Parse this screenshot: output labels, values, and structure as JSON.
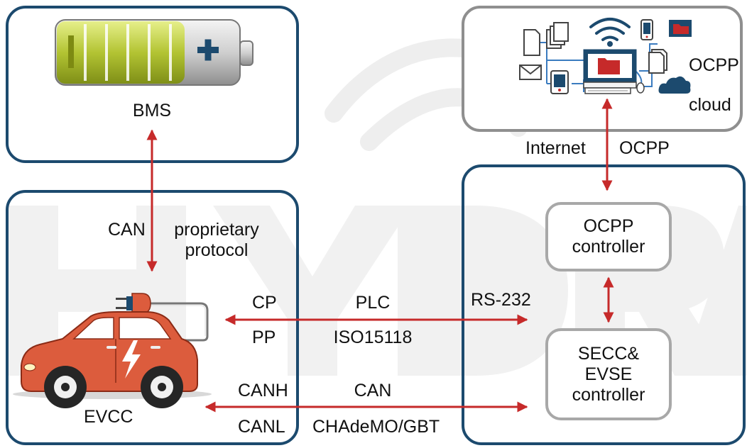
{
  "colors": {
    "frame_blue": "#1c4a6e",
    "frame_grey": "#8f8f8f",
    "arrow_red": "#c62a2a",
    "car_orange": "#dc5c3d",
    "battery_green": "#b3c433"
  },
  "labels": {
    "bms": "BMS",
    "can_left": "CAN",
    "proprietary": "proprietary\nprotocol",
    "cp": "CP",
    "pp": "PP",
    "plc": "PLC",
    "iso": "ISO15118",
    "rs232": "RS-232",
    "canh": "CANH",
    "canl": "CANL",
    "can_mid": "CAN",
    "chademo": "CHAdeMO/GBT",
    "evcc": "EVCC",
    "internet": "Internet",
    "ocpp_link": "OCPP",
    "ocpp_cloud": "OCPP",
    "cloud": "cloud",
    "ocpp_controller": "OCPP\ncontroller",
    "secc_controller": "SECC&\nEVSE\ncontroller",
    "watermark": "HYDRA"
  },
  "icons": [
    "battery-icon",
    "electric-car-icon",
    "plug-icon",
    "wifi-icon",
    "computer-icon",
    "document-icon",
    "email-icon",
    "tablet-icon",
    "phone-icon",
    "cloud-icon",
    "folder-icon"
  ]
}
